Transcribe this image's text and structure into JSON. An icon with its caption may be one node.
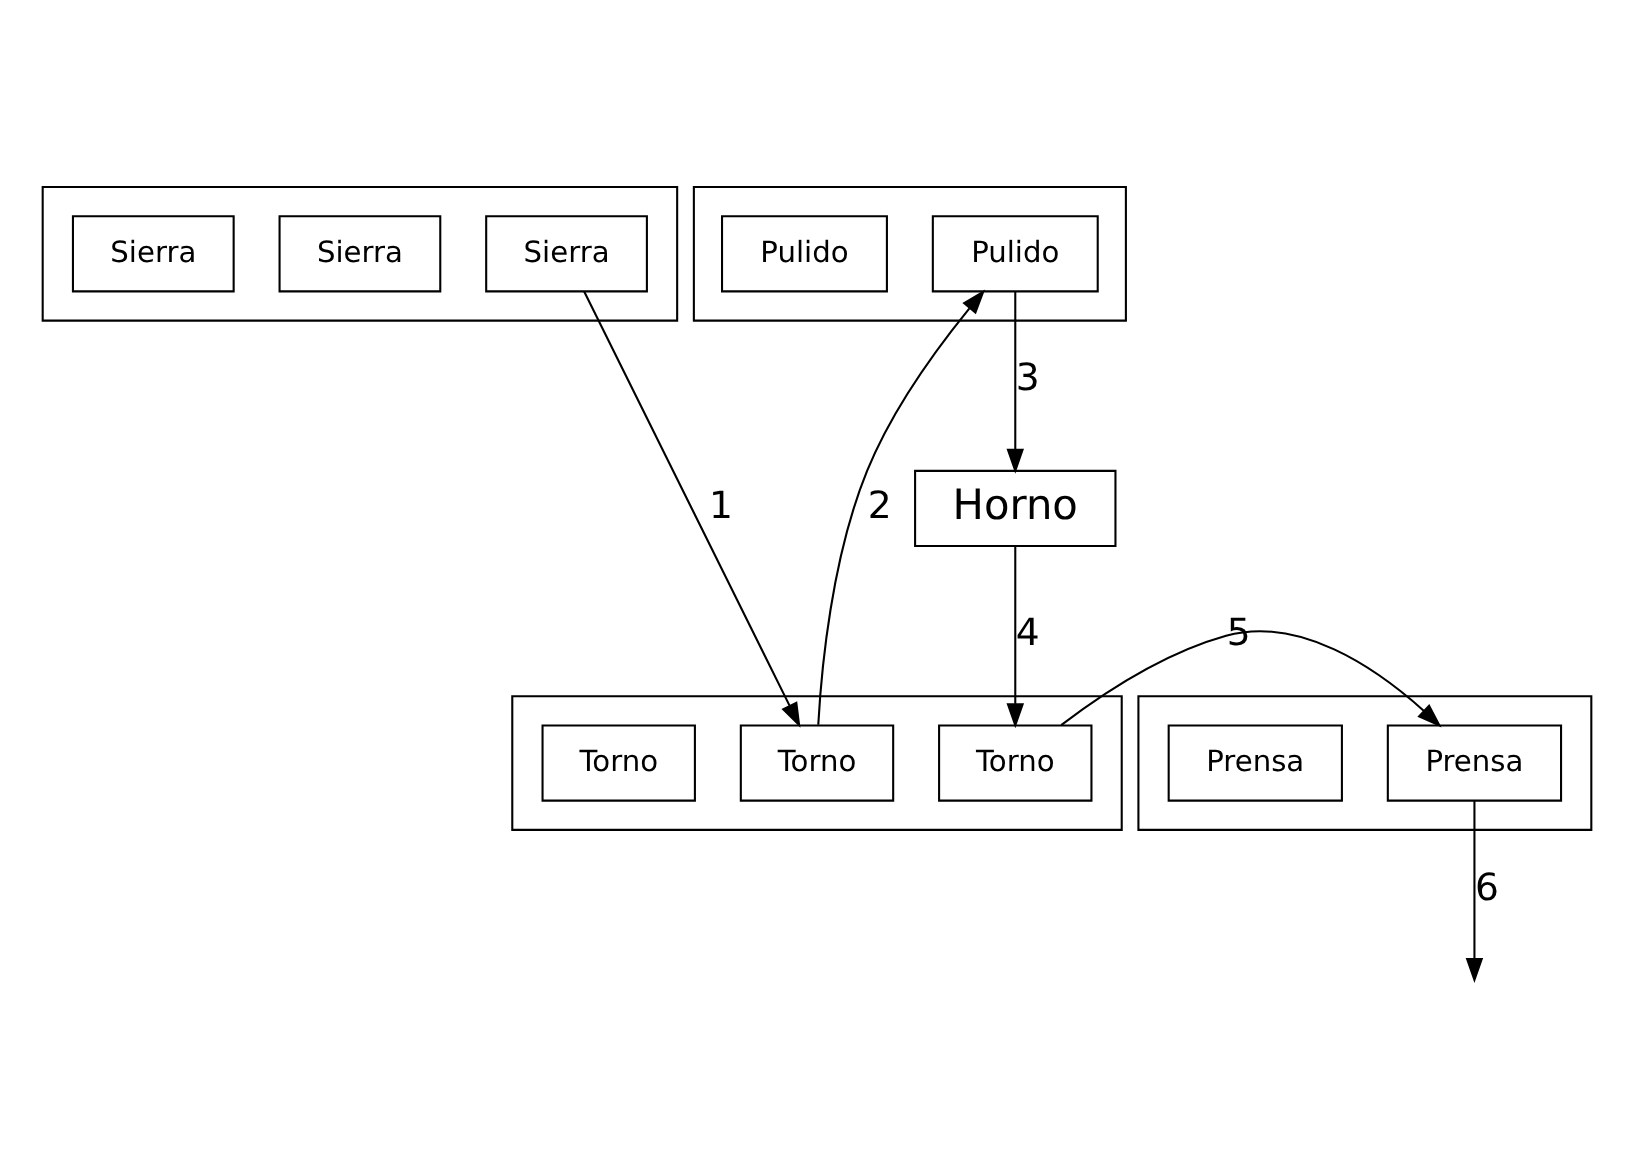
{
  "diagram": {
    "nodes": [
      {
        "text": [],
        "shape": "box"
      },
      {
        "text": [
          "Sierra"
        ],
        "in": 0
      },
      {
        "text": [
          "Sierra"
        ],
        "in": 0
      },
      {
        "text": [
          "Sierra"
        ],
        "in": 0
      },
      {
        "text": [],
        "shape": "box"
      },
      {
        "text": [
          "Pulido"
        ],
        "in": 4
      },
      {
        "text": [
          "Pulido"
        ],
        "in": 4
      },
      {
        "text": [
          "Horno"
        ]
      },
      {
        "text": [],
        "shape": "box"
      },
      {
        "text": [
          "Torno"
        ],
        "in": 8
      },
      {
        "text": [
          "Torno"
        ],
        "in": 8
      },
      {
        "text": [
          "Torno"
        ],
        "in": 8
      },
      {
        "text": [],
        "shape": "box"
      },
      {
        "text": [
          "Prensa"
        ],
        "in": 12
      },
      {
        "text": [
          "Prensa"
        ],
        "in": 12
      }
    ],
    "edges": [
      {
        "from": 1,
        "to": 9,
        "arrow": "to",
        "label": "1"
      },
      {
        "from": 9,
        "to": 5,
        "arrow": "to",
        "label": "2"
      },
      {
        "from": 5,
        "to": 7,
        "arrow": "to",
        "label": "3"
      },
      {
        "from": 7,
        "to": 10,
        "arrow": "to",
        "label": "4"
      },
      {
        "from": 10,
        "to": 13,
        "arrow": "to",
        "label": "5"
      },
      {
        "from": 13,
        "to": null,
        "arrow": "to",
        "label": "6"
      }
    ]
  }
}
